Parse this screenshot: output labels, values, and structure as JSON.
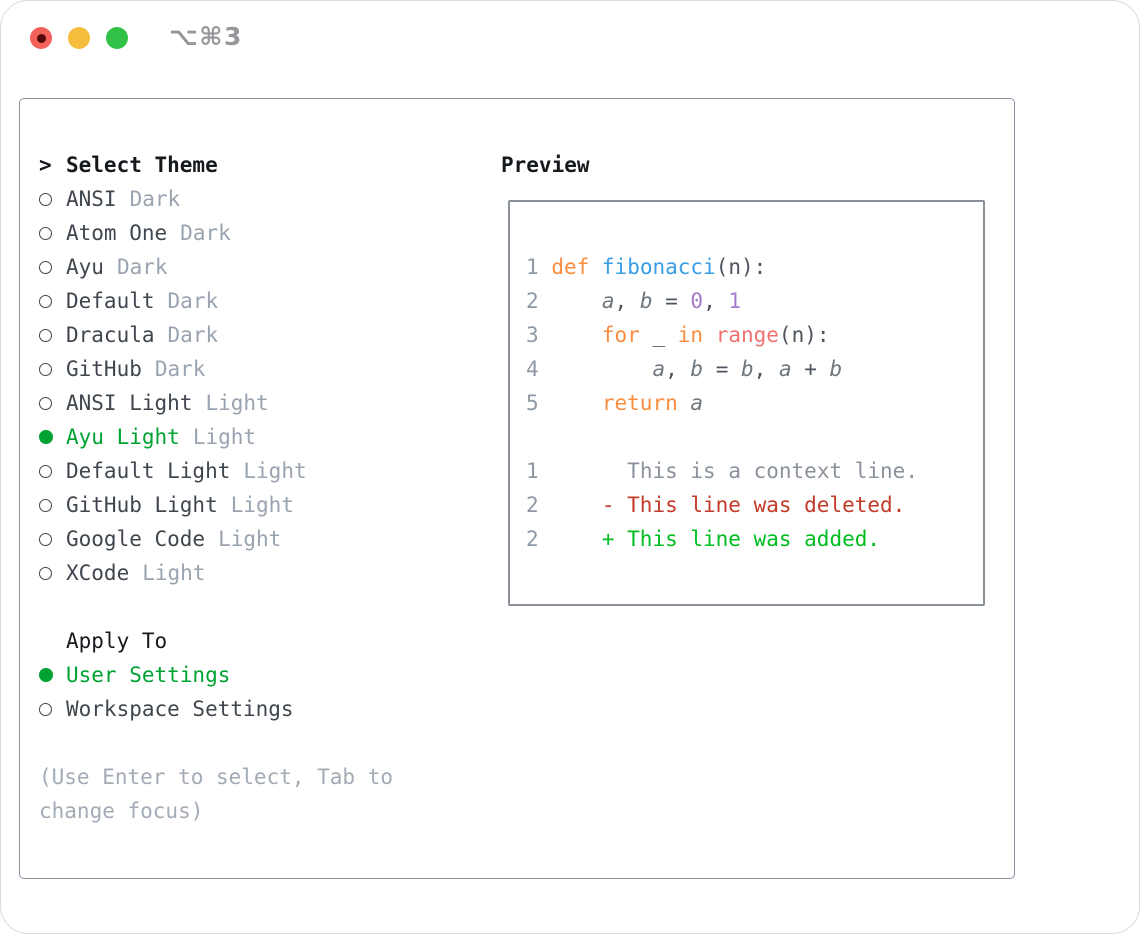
{
  "titlebar": {
    "shortcut": "⌥⌘3"
  },
  "colors": {
    "tl_red": "#f4605a",
    "tl_red_dot": "#520a07",
    "tl_yellow": "#f6bd3c",
    "tl_green": "#30c146",
    "title": "#96969b",
    "border_panel": "#8b93a1",
    "border_preview": "#8a9199",
    "fg_black": "#15181c",
    "fg_dark": "#3f464e",
    "fg_muted": "#9aa3b0",
    "help": "#a3abb6",
    "green_ui": "#00a332",
    "code_fg": "#4d545c",
    "code_ln": "#8f99a6",
    "kw": "#fa8d3e",
    "fn": "#399ee6",
    "num": "#a37acc",
    "call": "#f07171",
    "var": "#6e767e",
    "ctx": "#8a929c",
    "del": "#c23b28",
    "add": "#00bd20"
  },
  "theme_panel": {
    "prompt": ">",
    "title": "Select Theme",
    "items": [
      {
        "name": "ANSI",
        "variant": "Dark",
        "selected": false
      },
      {
        "name": "Atom One",
        "variant": "Dark",
        "selected": false
      },
      {
        "name": "Ayu",
        "variant": "Dark",
        "selected": false
      },
      {
        "name": "Default",
        "variant": "Dark",
        "selected": false
      },
      {
        "name": "Dracula",
        "variant": "Dark",
        "selected": false
      },
      {
        "name": "GitHub",
        "variant": "Dark",
        "selected": false
      },
      {
        "name": "ANSI Light",
        "variant": "Light",
        "selected": false
      },
      {
        "name": "Ayu Light",
        "variant": "Light",
        "selected": true
      },
      {
        "name": "Default Light",
        "variant": "Light",
        "selected": false
      },
      {
        "name": "GitHub Light",
        "variant": "Light",
        "selected": false
      },
      {
        "name": "Google Code",
        "variant": "Light",
        "selected": false
      },
      {
        "name": "XCode",
        "variant": "Light",
        "selected": false
      }
    ],
    "apply_to": {
      "title": "Apply To",
      "options": [
        {
          "label": "User Settings",
          "selected": true
        },
        {
          "label": "Workspace Settings",
          "selected": false
        }
      ]
    },
    "help": "(Use Enter to select, Tab to change focus)"
  },
  "preview": {
    "title": "Preview",
    "lines": [
      [
        {
          "t": "1",
          "c": "ln"
        },
        {
          "t": " ",
          "c": "fg"
        },
        {
          "t": "def",
          "c": "kw"
        },
        {
          "t": " ",
          "c": "fg"
        },
        {
          "t": "fibonacci",
          "c": "fn"
        },
        {
          "t": "(n):",
          "c": "fg"
        }
      ],
      [
        {
          "t": "2",
          "c": "ln"
        },
        {
          "t": "     ",
          "c": "fg"
        },
        {
          "t": "a",
          "c": "var"
        },
        {
          "t": ", ",
          "c": "fg"
        },
        {
          "t": "b",
          "c": "var"
        },
        {
          "t": " = ",
          "c": "fg"
        },
        {
          "t": "0",
          "c": "num"
        },
        {
          "t": ", ",
          "c": "fg"
        },
        {
          "t": "1",
          "c": "num"
        }
      ],
      [
        {
          "t": "3",
          "c": "ln"
        },
        {
          "t": "     ",
          "c": "fg"
        },
        {
          "t": "for",
          "c": "kw"
        },
        {
          "t": " _ ",
          "c": "fg"
        },
        {
          "t": "in",
          "c": "kw"
        },
        {
          "t": " ",
          "c": "fg"
        },
        {
          "t": "range",
          "c": "call"
        },
        {
          "t": "(n):",
          "c": "fg"
        }
      ],
      [
        {
          "t": "4",
          "c": "ln"
        },
        {
          "t": "         ",
          "c": "fg"
        },
        {
          "t": "a",
          "c": "var"
        },
        {
          "t": ", ",
          "c": "fg"
        },
        {
          "t": "b",
          "c": "var"
        },
        {
          "t": " = ",
          "c": "fg"
        },
        {
          "t": "b",
          "c": "var"
        },
        {
          "t": ", ",
          "c": "fg"
        },
        {
          "t": "a",
          "c": "var"
        },
        {
          "t": " + ",
          "c": "fg"
        },
        {
          "t": "b",
          "c": "var"
        }
      ],
      [
        {
          "t": "5",
          "c": "ln"
        },
        {
          "t": "     ",
          "c": "fg"
        },
        {
          "t": "return",
          "c": "kw"
        },
        {
          "t": " ",
          "c": "fg"
        },
        {
          "t": "a",
          "c": "var"
        }
      ],
      [],
      [
        {
          "t": "1",
          "c": "ln"
        },
        {
          "t": "       ",
          "c": "fg"
        },
        {
          "t": "This is a context line.",
          "c": "ctx"
        }
      ],
      [
        {
          "t": "2",
          "c": "ln"
        },
        {
          "t": "     ",
          "c": "fg"
        },
        {
          "t": "- This line was deleted.",
          "c": "del"
        }
      ],
      [
        {
          "t": "2",
          "c": "ln"
        },
        {
          "t": "     ",
          "c": "fg"
        },
        {
          "t": "+ This line was added.",
          "c": "add"
        }
      ]
    ]
  }
}
